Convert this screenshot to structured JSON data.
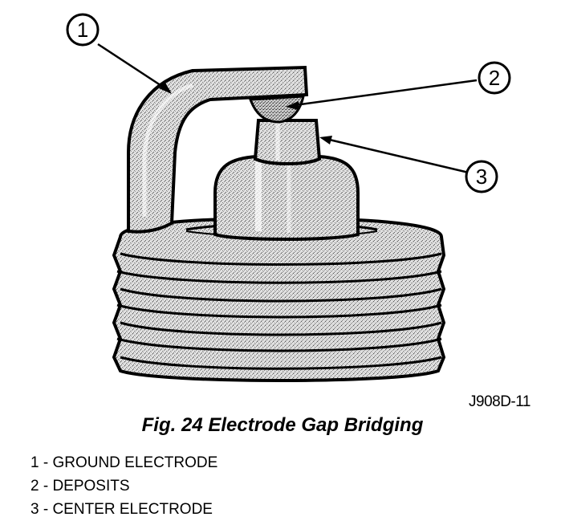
{
  "figure": {
    "callouts": [
      "1",
      "2",
      "3"
    ],
    "code": "J908D-11",
    "caption": "Fig. 24 Electrode Gap Bridging"
  },
  "legend": [
    "1 - GROUND ELECTRODE",
    "2 - DEPOSITS",
    "3 - CENTER ELECTRODE"
  ]
}
